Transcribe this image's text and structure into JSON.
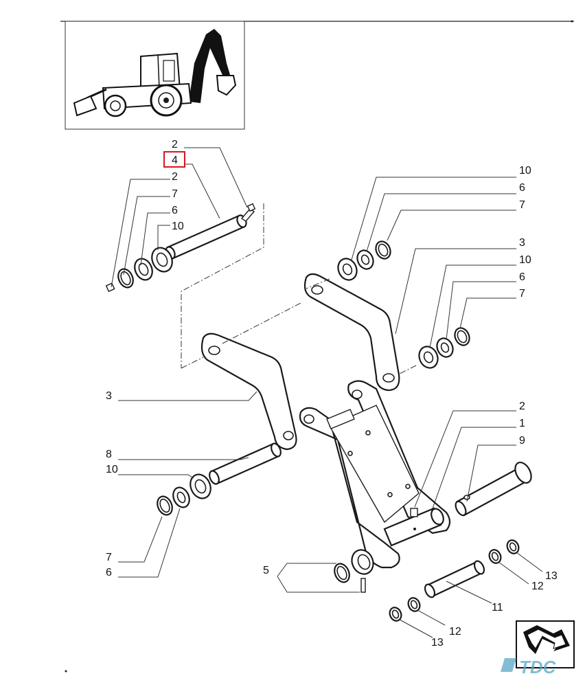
{
  "highlight_color": "#d9141f",
  "watermark": {
    "text": "TDC",
    "color": "#5aa8c8"
  },
  "callouts": {
    "topleft_2a": "2",
    "topleft_4": "4",
    "topleft_2b": "2",
    "topleft_7": "7",
    "topleft_6": "6",
    "topleft_10": "10",
    "right_10a": "10",
    "right_6a": "6",
    "right_7a": "7",
    "right_3": "3",
    "right_10b": "10",
    "right_6b": "6",
    "right_7b": "7",
    "left_3": "3",
    "left_8": "8",
    "left_10": "10",
    "left_7": "7",
    "left_6": "6",
    "mid_2": "2",
    "mid_1": "1",
    "mid_9": "9",
    "bottom_5": "5",
    "bottom_13a": "13",
    "bottom_12a": "12",
    "bottom_11": "11",
    "bottom_12b": "12",
    "bottom_13b": "13"
  }
}
